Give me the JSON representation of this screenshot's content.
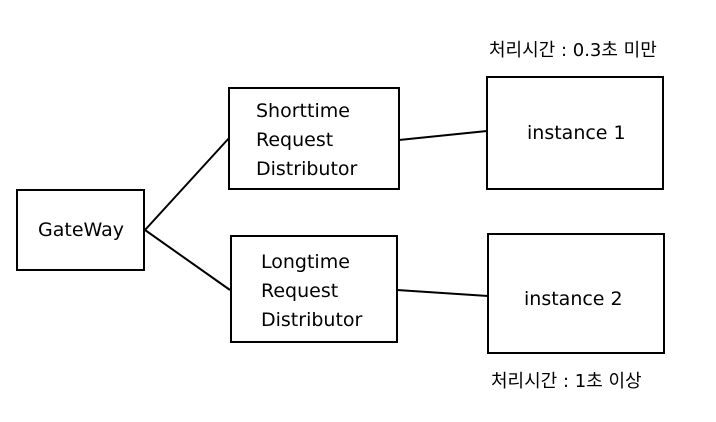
{
  "diagram": {
    "nodes": {
      "gateway": {
        "label": "GateWay"
      },
      "shorttime": {
        "lines": [
          "Shorttime",
          "Request",
          "Distributor"
        ]
      },
      "longtime": {
        "lines": [
          "Longtime",
          "Request",
          "Distributor"
        ]
      },
      "instance1": {
        "label": "instance 1"
      },
      "instance2": {
        "label": "instance 2"
      }
    },
    "notes": {
      "instance1": "처리시간 : 0.3초 미만",
      "instance2": "처리시간 : 1초 이상"
    },
    "edges": [
      {
        "from": "gateway",
        "to": "shorttime"
      },
      {
        "from": "gateway",
        "to": "longtime"
      },
      {
        "from": "shorttime",
        "to": "instance1"
      },
      {
        "from": "longtime",
        "to": "instance2"
      }
    ],
    "colors": {
      "stroke": "#000000",
      "background": "#ffffff"
    }
  }
}
